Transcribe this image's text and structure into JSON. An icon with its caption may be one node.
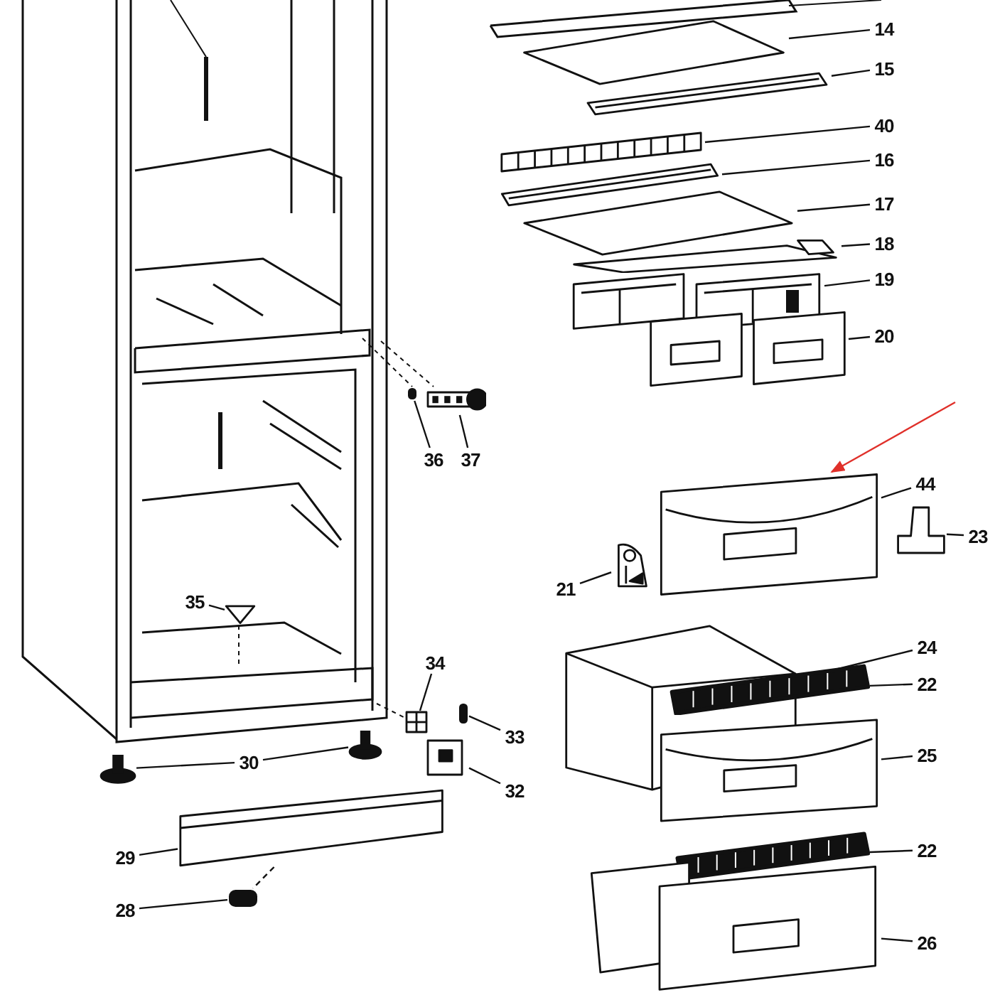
{
  "diagram": {
    "nodes": [
      {
        "text": [
          "14"
        ]
      },
      {
        "text": [
          "15"
        ]
      },
      {
        "text": [
          "40"
        ]
      },
      {
        "text": [
          "16"
        ]
      },
      {
        "text": [
          "17"
        ]
      },
      {
        "text": [
          "18"
        ]
      },
      {
        "text": [
          "19"
        ]
      },
      {
        "text": [
          "20"
        ]
      },
      {
        "text": [
          "44"
        ]
      },
      {
        "text": [
          "23"
        ]
      },
      {
        "text": [
          "21"
        ]
      },
      {
        "text": [
          "24"
        ]
      },
      {
        "text": [
          "22"
        ]
      },
      {
        "text": [
          "25"
        ]
      },
      {
        "text": [
          "22"
        ]
      },
      {
        "text": [
          "26"
        ]
      },
      {
        "text": [
          "36"
        ]
      },
      {
        "text": [
          "37"
        ]
      },
      {
        "text": [
          "35"
        ]
      },
      {
        "text": [
          "34"
        ]
      },
      {
        "text": [
          "33"
        ]
      },
      {
        "text": [
          "32"
        ]
      },
      {
        "text": [
          "30"
        ]
      },
      {
        "text": [
          "29"
        ]
      },
      {
        "text": [
          "28"
        ]
      },
      {
        "text": [],
        "shape": "picture"
      },
      {
        "text": [],
        "shape": "picture"
      },
      {
        "text": [],
        "shape": "picture"
      },
      {
        "text": [],
        "shape": "picture"
      },
      {
        "text": [],
        "shape": "picture"
      },
      {
        "text": [],
        "shape": "picture"
      },
      {
        "text": [],
        "shape": "picture"
      },
      {
        "text": [],
        "shape": "picture"
      },
      {
        "text": [],
        "shape": "picture"
      },
      {
        "text": [],
        "shape": "picture"
      },
      {
        "text": [],
        "shape": "picture"
      },
      {
        "text": [],
        "shape": "picture"
      },
      {
        "text": [],
        "shape": "picture"
      },
      {
        "text": [],
        "shape": "picture"
      },
      {
        "text": [],
        "shape": "picture"
      },
      {
        "text": [],
        "shape": "picture"
      },
      {
        "text": [],
        "shape": "bar"
      },
      {
        "text": [],
        "shape": "picture"
      },
      {
        "text": [],
        "shape": "picture"
      },
      {
        "text": [],
        "shape": "picture"
      },
      {
        "text": [],
        "shape": "bar"
      },
      {
        "text": [],
        "shape": "picture"
      },
      {
        "text": [],
        "shape": "picture"
      },
      {
        "text": [],
        "shape": "picture"
      },
      {
        "text": [],
        "shape": "picture"
      },
      {
        "text": [],
        "shape": "bar"
      }
    ],
    "edges": [
      {
        "from": 0,
        "to": 25,
        "arrow": "none"
      },
      {
        "from": 1,
        "to": 26,
        "arrow": "none"
      },
      {
        "from": 2,
        "to": 27,
        "arrow": "none"
      },
      {
        "from": 3,
        "to": 28,
        "arrow": "none"
      },
      {
        "from": 4,
        "to": 29,
        "arrow": "none"
      },
      {
        "from": 5,
        "to": 30,
        "arrow": "none"
      },
      {
        "from": 6,
        "to": 31,
        "arrow": "none"
      },
      {
        "from": 7,
        "to": 32,
        "arrow": "none"
      },
      {
        "from": 8,
        "to": 33,
        "arrow": "none"
      },
      {
        "from": 9,
        "to": 34,
        "arrow": "none"
      },
      {
        "from": 10,
        "to": 35,
        "arrow": "none"
      },
      {
        "from": 11,
        "to": 36,
        "arrow": "none"
      },
      {
        "from": 12,
        "to": 37,
        "arrow": "none"
      },
      {
        "from": 13,
        "to": 38,
        "arrow": "none"
      },
      {
        "from": 14,
        "to": 39,
        "arrow": "none"
      },
      {
        "from": 15,
        "to": 40,
        "arrow": "none"
      },
      {
        "from": 16,
        "to": 41,
        "arrow": "none"
      },
      {
        "from": 17,
        "to": 42,
        "arrow": "none"
      },
      {
        "from": 18,
        "to": 43,
        "arrow": "none"
      },
      {
        "from": 19,
        "to": 44,
        "arrow": "none"
      },
      {
        "from": 20,
        "to": 45,
        "arrow": "none"
      },
      {
        "from": 21,
        "to": 46,
        "arrow": "none"
      },
      {
        "from": 22,
        "to": 47,
        "arrow": "none"
      },
      {
        "from": 22,
        "to": 48,
        "arrow": "none"
      },
      {
        "from": 23,
        "to": 49,
        "arrow": "none"
      },
      {
        "from": 24,
        "to": 50,
        "arrow": "none"
      },
      {
        "from": null,
        "to": 33,
        "arrow": "to",
        "color": "#e0302a"
      },
      {
        "from": 49,
        "to": 50,
        "arrow": "none",
        "style": "dashed"
      }
    ]
  }
}
